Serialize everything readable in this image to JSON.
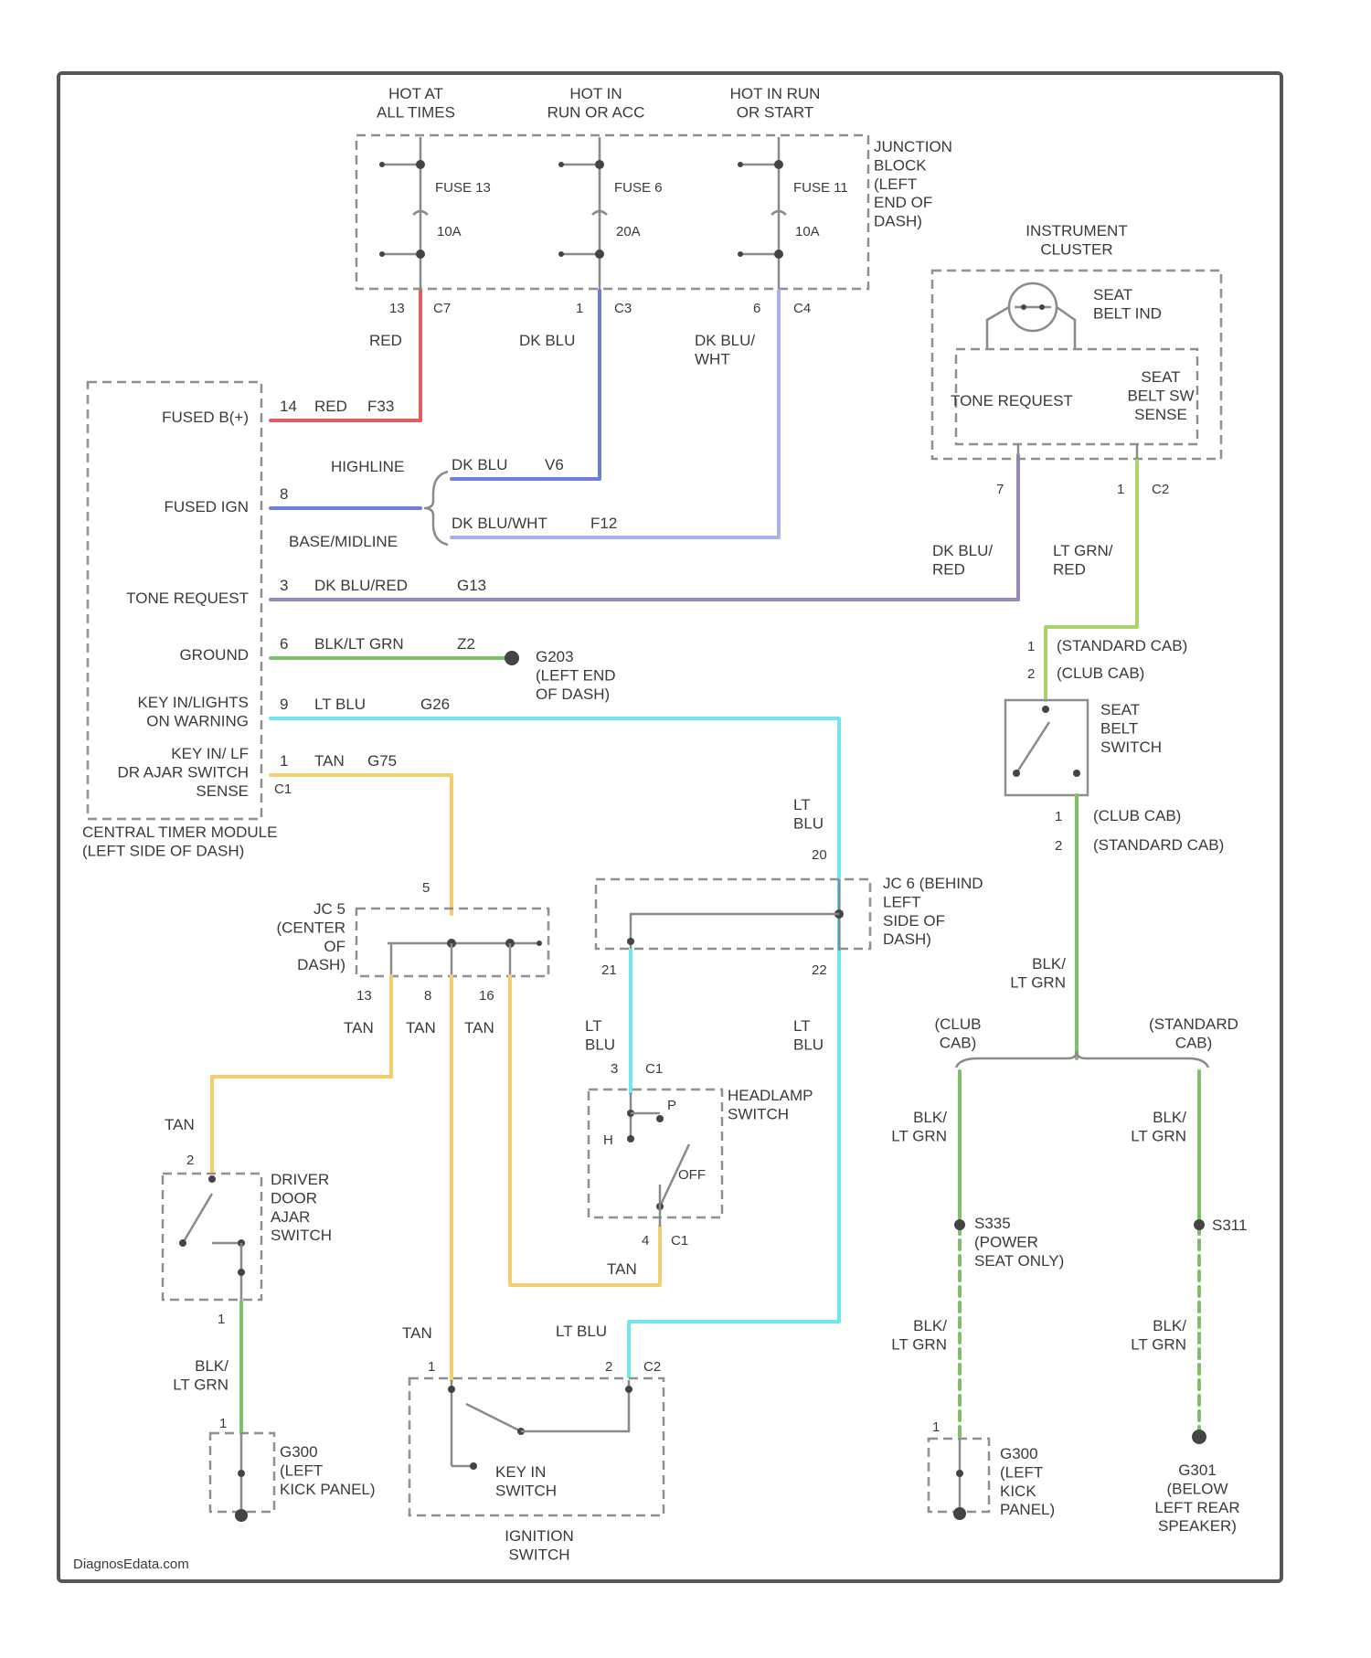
{
  "colors": {
    "red": "#e06060",
    "dk_blu": "#6d7fd6",
    "dk_blu_wht": "#a7b2e6",
    "dk_blu_red": "#9a88b8",
    "blk_lt_grn": "#7fbf6a",
    "lt_blu": "#6fe6ef",
    "tan": "#f1cf6e",
    "lt_grn_red": "#a8d46a"
  },
  "power": {
    "hot_at_all_times": "HOT AT\nALL TIMES",
    "hot_in_run_acc": "HOT IN\nRUN OR ACC",
    "hot_in_run_start": "HOT IN RUN\nOR START"
  },
  "junction_block": {
    "label": "JUNCTION\nBLOCK\n(LEFT\nEND OF\nDASH)",
    "fuses": [
      {
        "name": "FUSE 13",
        "amps": "10A",
        "pin": "13",
        "conn": "C7"
      },
      {
        "name": "FUSE 6",
        "amps": "20A",
        "pin": "1",
        "conn": "C3"
      },
      {
        "name": "FUSE 11",
        "amps": "10A",
        "pin": "6",
        "conn": "C4"
      }
    ]
  },
  "ctm": {
    "label": "CENTRAL TIMER MODULE\n(LEFT SIDE OF DASH)",
    "pins": {
      "fused_b": "FUSED B(+)",
      "fused_ign": "FUSED IGN",
      "tone_request": "TONE REQUEST",
      "ground": "GROUND",
      "key_in_lights": "KEY IN/LIGHTS\nON WARNING",
      "key_in_lf": "KEY IN/ LF\nDR AJAR SWITCH\nSENSE"
    },
    "highline": "HIGHLINE",
    "baseline": "BASE/MIDLINE"
  },
  "wires": {
    "red": "RED",
    "w_fused_b": {
      "pin": "14",
      "color": "RED",
      "circuit": "F33"
    },
    "dk_blu": "DK BLU",
    "dk_blu_wht": "DK BLU/\nWHT",
    "w_highline": {
      "color": "DK BLU",
      "circuit": "V6"
    },
    "w_ign_pin": "8",
    "w_baseline": {
      "color": "DK BLU/WHT",
      "circuit": "F12"
    },
    "w_tone": {
      "pin": "3",
      "color": "DK BLU/RED",
      "circuit": "G13"
    },
    "w_ground": {
      "pin": "6",
      "color": "BLK/LT GRN",
      "circuit": "Z2"
    },
    "w_key_lights": {
      "pin": "9",
      "color": "LT BLU",
      "circuit": "G26"
    },
    "w_key_lf": {
      "pin": "1",
      "color": "TAN",
      "circuit": "G75"
    },
    "ctm_conn": "C1",
    "dk_blu_red": "DK BLU/\nRED",
    "lt_grn_red": "LT GRN/\nRED",
    "lt_blu": "LT\nBLU",
    "lt_blu_inline": "LT BLU",
    "tan": "TAN",
    "blk_lt_grn": "BLK/\nLT GRN"
  },
  "ground_g203": "G203\n(LEFT END\nOF DASH)",
  "cluster": {
    "label": "INSTRUMENT\nCLUSTER",
    "seat_belt_ind": "SEAT\nBELT IND",
    "tone_request": "TONE REQUEST",
    "seat_belt_sw_sense": "SEAT\nBELT SW\nSENSE",
    "pin_a": "7",
    "pin_b": "1",
    "conn": "C2"
  },
  "seat_belt_switch": {
    "label": "SEAT\nBELT\nSWITCH",
    "top_standard": "(STANDARD CAB)",
    "top_club": "(CLUB CAB)",
    "bot_club": "(CLUB CAB)",
    "bot_standard": "(STANDARD CAB)",
    "pin_1": "1",
    "pin_2": "2"
  },
  "jc5": {
    "label": "JC 5\n(CENTER\nOF\nDASH)",
    "pins": [
      "5",
      "13",
      "8",
      "16"
    ]
  },
  "jc6": {
    "label": "JC 6 (BEHIND\nLEFT\nSIDE OF\nDASH)",
    "pins": [
      "20",
      "21",
      "22"
    ]
  },
  "headlamp_switch": {
    "label": "HEADLAMP\nSWITCH",
    "p": "P",
    "h": "H",
    "off": "OFF",
    "pin_top": "3",
    "pin_bot": "4",
    "conn": "C1"
  },
  "door_ajar": {
    "label": "DRIVER\nDOOR\nAJAR\nSWITCH",
    "pin_top": "2",
    "pin_bot": "1"
  },
  "g300_left": {
    "label": "G300\n(LEFT\nKICK PANEL)",
    "pin": "1"
  },
  "ignition": {
    "label": "IGNITION\nSWITCH",
    "key_in": "KEY IN\nSWITCH",
    "pin_1": "1",
    "pin_2": "2",
    "conn": "C2"
  },
  "cab": {
    "club": "(CLUB\nCAB)",
    "standard": "(STANDARD\nCAB)"
  },
  "s335": "S335\n(POWER\nSEAT ONLY)",
  "s311": "S311",
  "g300_right": {
    "label": "G300\n(LEFT\nKICK\nPANEL)",
    "pin": "1"
  },
  "g301": "G301\n(BELOW\nLEFT REAR\nSPEAKER)",
  "watermark": "DiagnosEdata.com"
}
